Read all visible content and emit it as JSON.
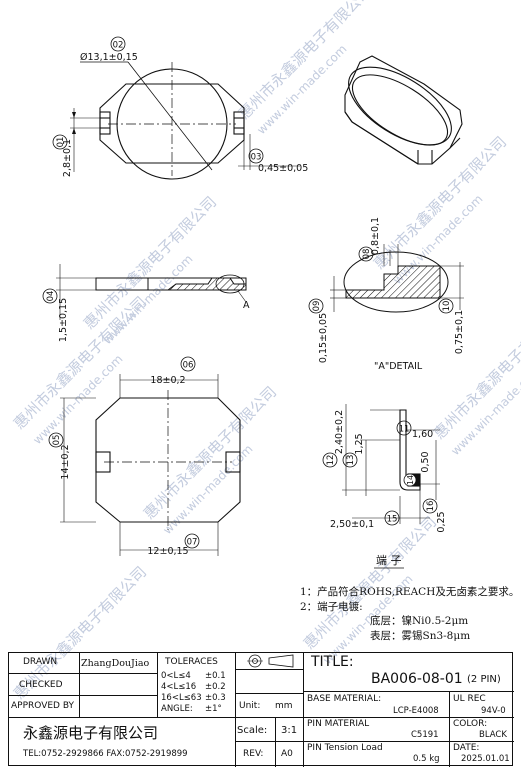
{
  "watermark": {
    "cn": "惠州市永鑫源电子有限公司",
    "en": "www.win-made.com",
    "color": "#b9c3d9"
  },
  "top_view": {
    "diameter_label": "Ø13,1±0,15",
    "balloon_diameter": "02",
    "balloon_height": "01",
    "height_label": "2,8±0,1",
    "balloon_pin_width": "03",
    "pin_width_label": "0,45±0,05"
  },
  "side_view": {
    "balloon_thickness": "04",
    "thickness_label": "1,5±0,15",
    "detail_marker": "A"
  },
  "detail_view": {
    "caption": "\"A\"DETAIL",
    "balloon_top": "08",
    "top_label": "0,8±0,1",
    "balloon_left": "09",
    "left_label": "0,15±0,05",
    "balloon_right": "10",
    "right_label": "0,75±0,1"
  },
  "bottom_view": {
    "balloon_width": "06",
    "width_label": "18±0,2",
    "balloon_height": "05",
    "height_label": "14±0,2",
    "balloon_inner": "07",
    "inner_label": "12±0,15"
  },
  "terminal_view": {
    "balloon_11": "11",
    "label_11": "1,60",
    "balloon_12": "12",
    "label_12": "2,40±0,2",
    "balloon_13": "13",
    "label_13": "1,25",
    "balloon_14": "14",
    "label_14": "0,50",
    "balloon_15": "15",
    "label_15": "2,50±0,1",
    "balloon_16": "16",
    "label_16": "0,25",
    "caption": "端 子"
  },
  "notes": {
    "line1": "1：产品符合ROHS,REACH及无卤素之要求。",
    "line2": "2：端子电镀:",
    "line3": "底层：镍Ni0.5-2μm",
    "line4": "表层：雾锡Sn3-8μm"
  },
  "title_block": {
    "drawn_label": "DRAWN",
    "drawn_value": "ZhangDouJiao",
    "checked_label": "CHECKED",
    "approved_label": "APPROVED BY",
    "tolerances_label": "TOLERACES",
    "tol_rows": [
      {
        "range": "0<L≤4",
        "value": "±0.1"
      },
      {
        "range": "4<L≤16",
        "value": "±0.2"
      },
      {
        "range": "16<L≤63",
        "value": "±0.3"
      },
      {
        "range": "ANGLE:",
        "value": "±1°"
      }
    ],
    "company": "永鑫源电子有限公司",
    "contact": "TEL:0752-2929866    FAX:0752-2919899",
    "unit_label": "Unit:",
    "unit_value": "mm",
    "scale_label": "Scale:",
    "scale_value": "3:1",
    "rev_label": "REV:",
    "rev_value": "A0",
    "title_label": "TITLE:",
    "title_value": "BA006-08-01",
    "title_pins": "(2 PIN)",
    "base_material_label": "BASE MATERIAL:",
    "base_material_value": "LCP-E4008",
    "ul_rec_label": "UL REC",
    "ul_rec_value": "94V-0",
    "pin_material_label": "PIN MATERIAL",
    "pin_material_value": "C5191",
    "color_label": "COLOR:",
    "color_value": "BLACK",
    "pin_tension_label": "PIN Tension Load",
    "pin_tension_value": "0.5 kg",
    "date_label": "DATE:",
    "date_value": "2025.01.01"
  }
}
